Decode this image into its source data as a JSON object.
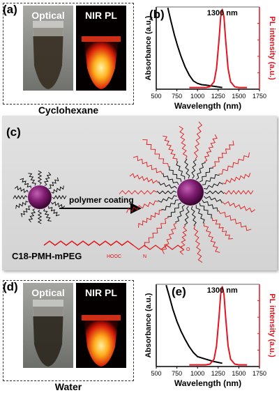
{
  "panels": {
    "a": {
      "letter": "(a)",
      "optical_label": "Optical",
      "nir_label": "NIR PL",
      "caption": "Cyclohexane"
    },
    "b": {
      "letter": "(b)"
    },
    "c": {
      "letter": "(c)",
      "arrow_label": "polymer coating",
      "polymer_label": "C18-PMH-mPEG"
    },
    "d": {
      "letter": "(d)",
      "optical_label": "Optical",
      "nir_label": "NIR PL",
      "caption": "Water"
    },
    "e": {
      "letter": "(e)"
    }
  },
  "colors": {
    "absorbance": "#000000",
    "pl": "#e8121c",
    "particle": "#7a1a6b",
    "polymer": "#e01616"
  },
  "chart_data": [
    {
      "type": "line",
      "panel": "b",
      "annotation": "1300 nm",
      "xlabel": "Wavelength (nm)",
      "ylabel": "Absorbance (a.u.)",
      "ylabel_right": "PL intensity (a.u.)",
      "xlim": [
        500,
        1750
      ],
      "ylim": [
        0,
        1
      ],
      "xticks": [
        500,
        750,
        1000,
        1250,
        1500,
        1750
      ],
      "series": [
        {
          "axis": "left",
          "x": [
            640,
            680,
            720,
            760,
            800,
            850,
            900,
            950,
            1000,
            1050,
            1100,
            1200,
            1300
          ],
          "y": [
            0.99,
            0.82,
            0.66,
            0.52,
            0.4,
            0.27,
            0.17,
            0.1,
            0.07,
            0.055,
            0.05,
            0.035,
            0.02
          ]
        },
        {
          "axis": "right",
          "x": [
            900,
            1000,
            1100,
            1150,
            1200,
            1230,
            1260,
            1280,
            1300,
            1320,
            1340,
            1370,
            1400,
            1450,
            1500,
            1600
          ],
          "y": [
            0.02,
            0.02,
            0.02,
            0.03,
            0.09,
            0.25,
            0.6,
            0.88,
            0.97,
            0.88,
            0.6,
            0.25,
            0.09,
            0.03,
            0.02,
            0.02
          ]
        }
      ]
    },
    {
      "type": "line",
      "panel": "e",
      "annotation": "1300 nm",
      "xlabel": "Wavelength (nm)",
      "ylabel": "Absorbance (a.u.)",
      "ylabel_right": "PL intensity (a.u.)",
      "xlim": [
        500,
        1750
      ],
      "ylim": [
        0,
        1
      ],
      "xticks": [
        500,
        750,
        1000,
        1250,
        1500,
        1750
      ],
      "series": [
        {
          "axis": "left",
          "x": [
            620,
            660,
            700,
            750,
            800,
            850,
            900,
            950,
            1000,
            1100,
            1200,
            1300
          ],
          "y": [
            0.99,
            0.85,
            0.7,
            0.55,
            0.43,
            0.33,
            0.24,
            0.17,
            0.12,
            0.09,
            0.06,
            0.04
          ]
        },
        {
          "axis": "right",
          "x": [
            900,
            1000,
            1100,
            1150,
            1200,
            1230,
            1260,
            1280,
            1300,
            1320,
            1340,
            1370,
            1400,
            1450,
            1500,
            1600
          ],
          "y": [
            0.02,
            0.02,
            0.02,
            0.03,
            0.09,
            0.25,
            0.6,
            0.88,
            0.97,
            0.88,
            0.6,
            0.25,
            0.09,
            0.03,
            0.02,
            0.02
          ]
        }
      ]
    }
  ]
}
